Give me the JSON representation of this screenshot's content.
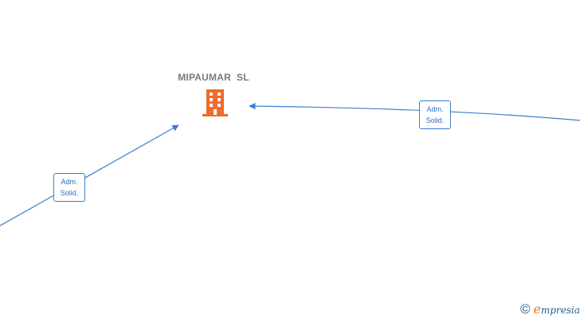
{
  "diagram": {
    "company": {
      "name": "MIPAUMAR  SL",
      "icon": "building-icon",
      "icon_color": "#f26a2b"
    },
    "edges": [
      {
        "label_line1": "Adm.",
        "label_line2": "Solid."
      },
      {
        "label_line1": "Adm.",
        "label_line2": "Solid."
      }
    ],
    "edge_color": "#3a7fd0"
  },
  "footer": {
    "copyright_symbol": "©",
    "brand_initial": "e",
    "brand_rest": "mpresia"
  }
}
